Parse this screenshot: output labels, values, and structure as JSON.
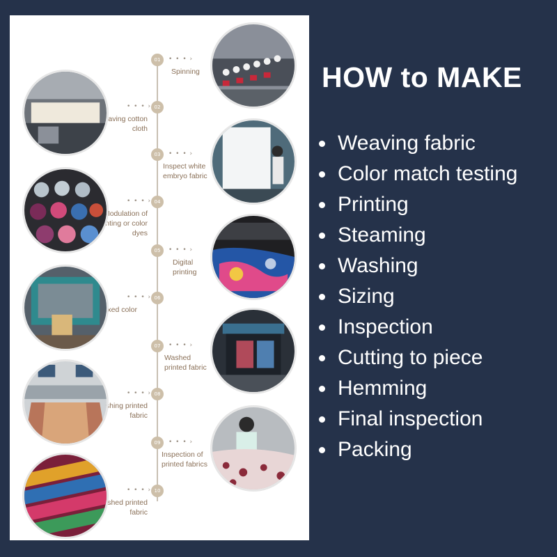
{
  "colors": {
    "background": "#25324a",
    "panel": "#ffffff",
    "timeline": "#c8bfb2",
    "step_circle": "#cdbfa9",
    "step_text": "#8a7058",
    "heading_text": "#ffffff"
  },
  "timeline": {
    "dots": "• • • ›",
    "steps": [
      {
        "num": "01",
        "label": "Spinning"
      },
      {
        "num": "02",
        "label": "Weaving cotton cloth"
      },
      {
        "num": "03",
        "label": "Inspect white embryo fabric"
      },
      {
        "num": "04",
        "label": "Modulation of printing or color dyes"
      },
      {
        "num": "05",
        "label": "Digital printing"
      },
      {
        "num": "06",
        "label": "Fixed color"
      },
      {
        "num": "07",
        "label": "Washed printed fabric"
      },
      {
        "num": "08",
        "label": "Finishing printed fabric"
      },
      {
        "num": "09",
        "label": "Inspection of printed fabrics"
      },
      {
        "num": "10",
        "label": "Finished printed fabric"
      }
    ]
  },
  "heading": "HOW to MAKE",
  "bullets": [
    "Weaving fabric",
    "Color match testing",
    "Printing",
    "Steaming",
    "Washing",
    "Sizing",
    "Inspection",
    "Cutting to piece",
    "Hemming",
    "Final inspection",
    "Packing"
  ]
}
